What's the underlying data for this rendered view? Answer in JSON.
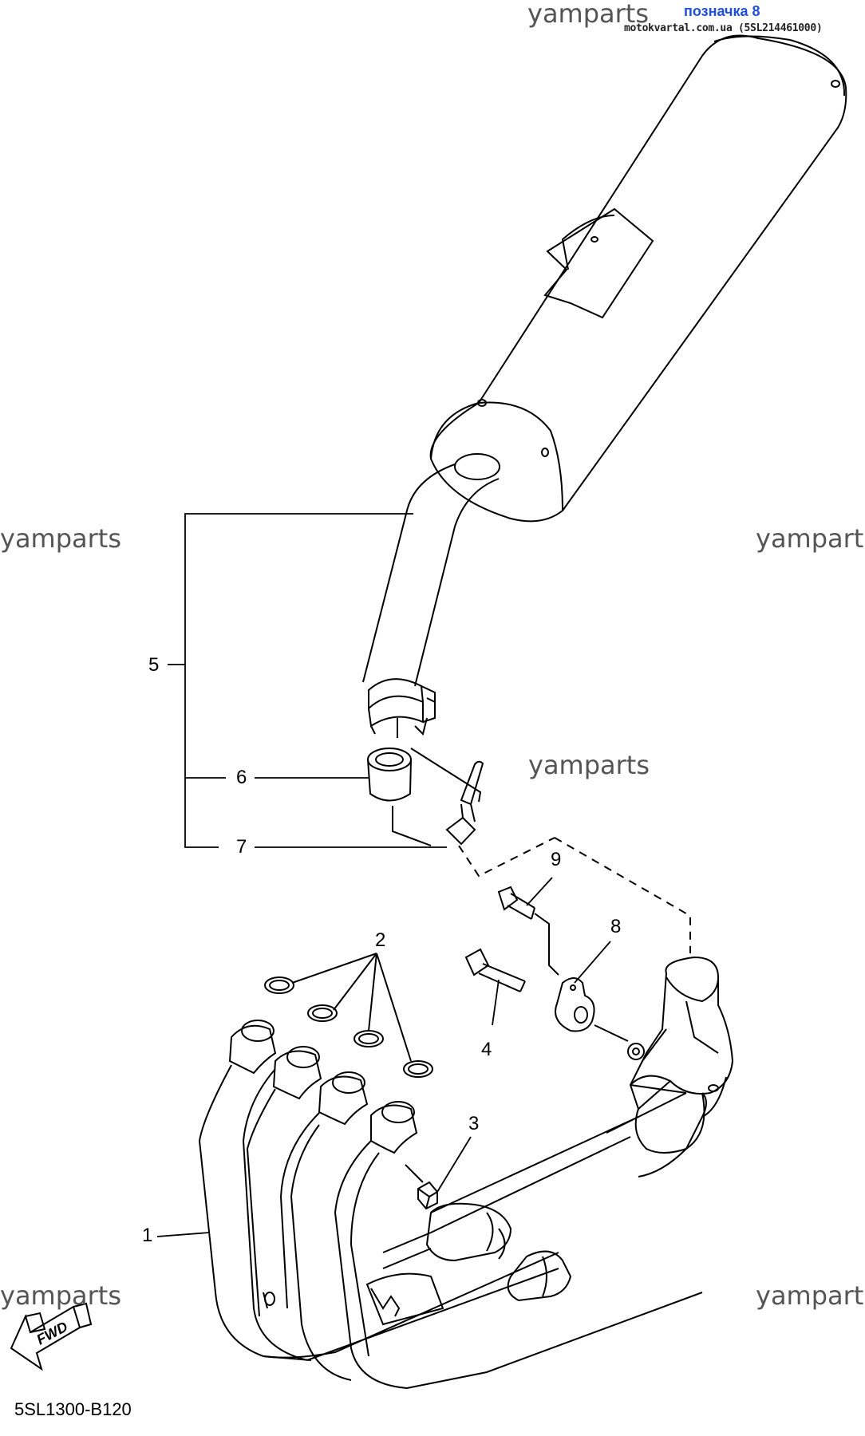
{
  "header": {
    "mark_label": "позначка 8",
    "site_text": "motokvartal.com.ua (5SL214461000)"
  },
  "watermarks": {
    "text": "yamparts"
  },
  "diagram": {
    "callouts": [
      "1",
      "2",
      "3",
      "4",
      "5",
      "6",
      "7",
      "8",
      "9"
    ],
    "fwd_label": "FWD",
    "drawing_code": "5SL1300-B120"
  },
  "colors": {
    "ink": "#000000",
    "link": "#1f4fd8",
    "watermark": "#555555"
  }
}
